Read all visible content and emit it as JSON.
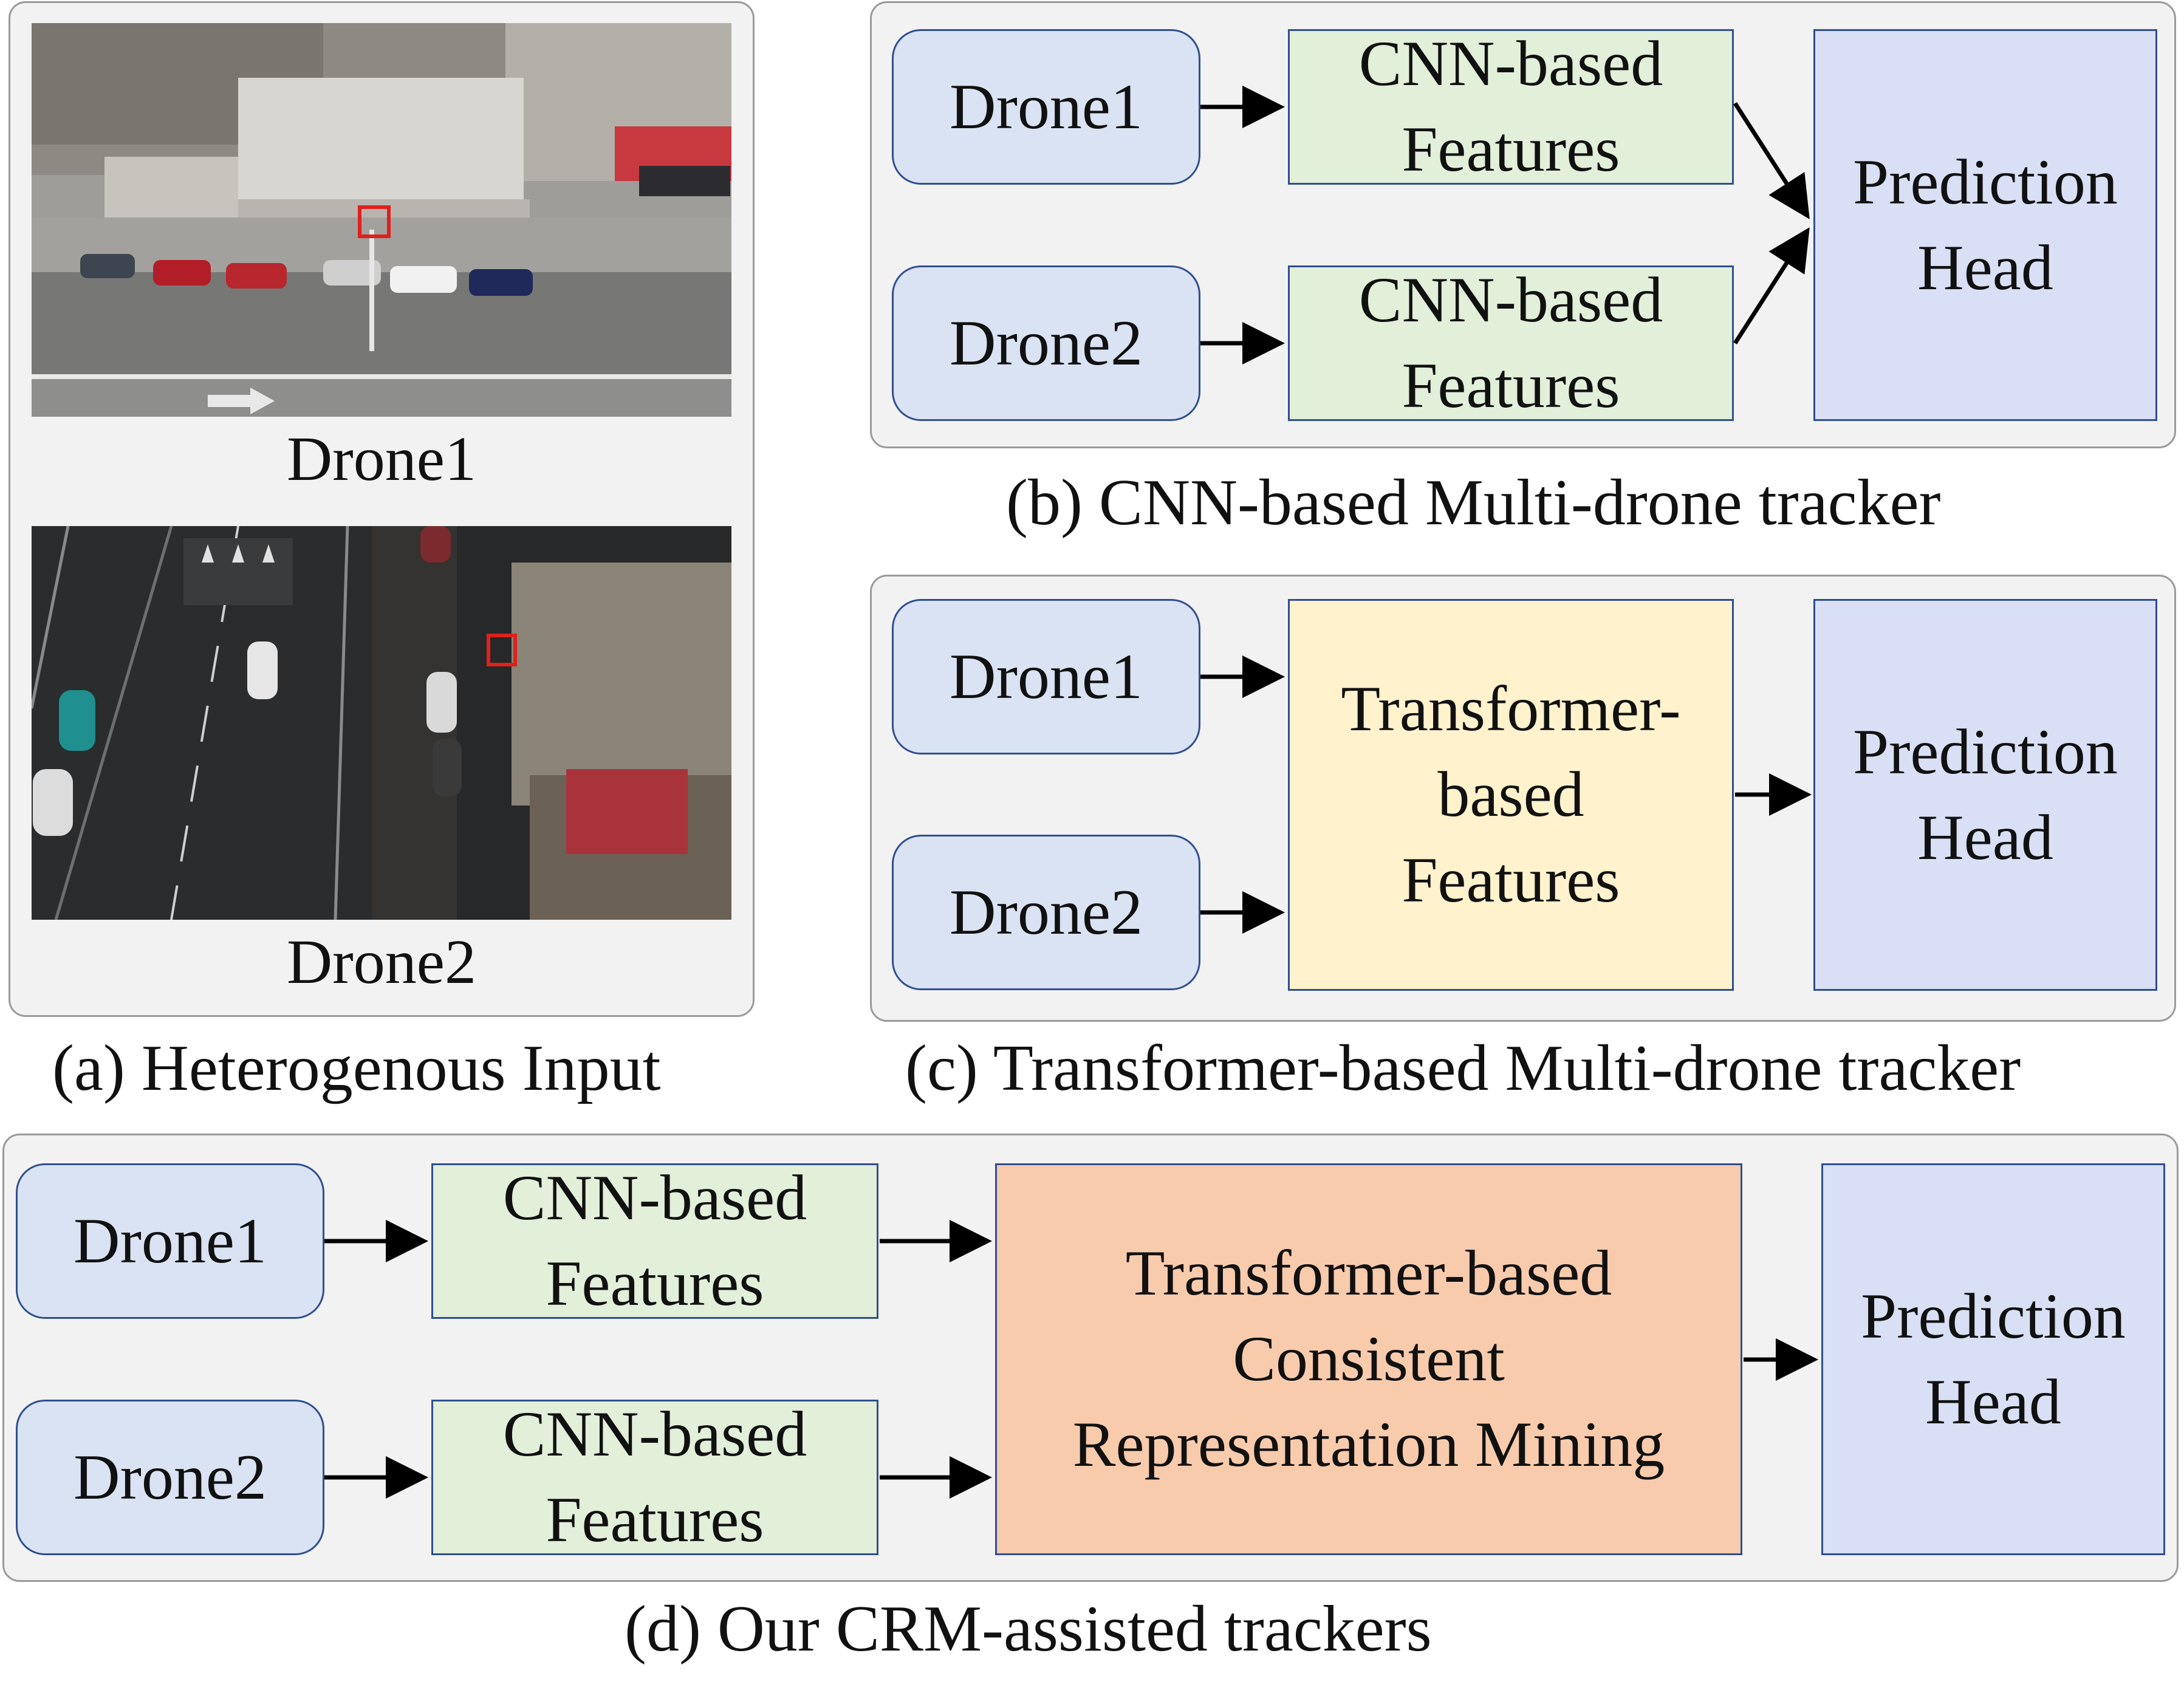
{
  "panel_a": {
    "image1_label": "Drone1",
    "image2_label": "Drone2",
    "caption": "(a) Heterogenous Input"
  },
  "panel_b": {
    "drone1": "Drone1",
    "drone2": "Drone2",
    "feature1": [
      "CNN-based",
      "Features"
    ],
    "feature2": [
      "CNN-based",
      "Features"
    ],
    "head": [
      "Prediction",
      "Head"
    ],
    "caption": "(b) CNN-based Multi-drone tracker"
  },
  "panel_c": {
    "drone1": "Drone1",
    "drone2": "Drone2",
    "feature": [
      "Transformer-",
      "based",
      "Features"
    ],
    "head": [
      "Prediction",
      "Head"
    ],
    "caption": "(c) Transformer-based Multi-drone tracker"
  },
  "panel_d": {
    "drone1": "Drone1",
    "drone2": "Drone2",
    "feature1": [
      "CNN-based",
      "Features"
    ],
    "feature2": [
      "CNN-based",
      "Features"
    ],
    "crm": [
      "Transformer-based",
      "Consistent",
      "Representation Mining"
    ],
    "head": [
      "Prediction",
      "Head"
    ],
    "caption": "(d) Our CRM-assisted trackers"
  },
  "colors": {
    "drone_fill": "#dae3f3",
    "cnn_fill": "#e2efd9",
    "transformer_fill": "#fff2cc",
    "crm_fill": "#f8cbad",
    "head_fill": "#d9dff5",
    "target_box": "#e0201b"
  }
}
